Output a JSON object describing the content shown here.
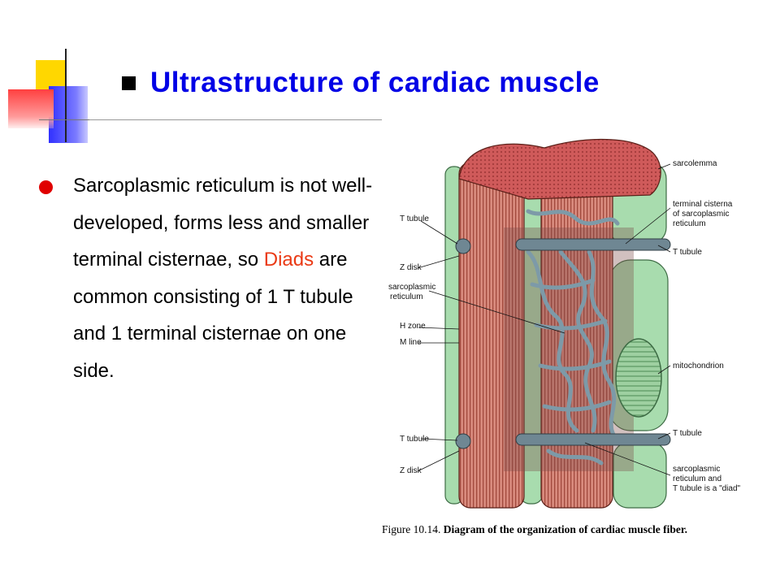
{
  "slide": {
    "title": "Ultrastructure of cardiac muscle",
    "body": {
      "part1": "Sarcoplasmic reticulum is not well-developed,  forms less and smaller terminal cisternae, so ",
      "highlight": "Diads",
      "part2": " are common consisting of 1 T tubule and 1 terminal cisternae on one side."
    }
  },
  "figure": {
    "labels_left": [
      "T tubule",
      "Z disk",
      "sarcoplasmic",
      "reticulum",
      "H zone",
      "M line",
      "T tubule",
      "Z disk"
    ],
    "labels_right": [
      "sarcolemma",
      "terminal cisterna",
      "of sarcoplasmic",
      "reticulum",
      "T tubule",
      "mitochondrion",
      "T tubule",
      "sarcoplasmic",
      "reticulum and",
      "T tubule is a \"diad\""
    ],
    "caption_prefix": "Figure 10.14.",
    "caption_bold": "Diagram of the organization of cardiac muscle fiber."
  },
  "colors": {
    "title": "#0000e6",
    "highlight": "#ea3a15",
    "bullet": "#e00000"
  }
}
